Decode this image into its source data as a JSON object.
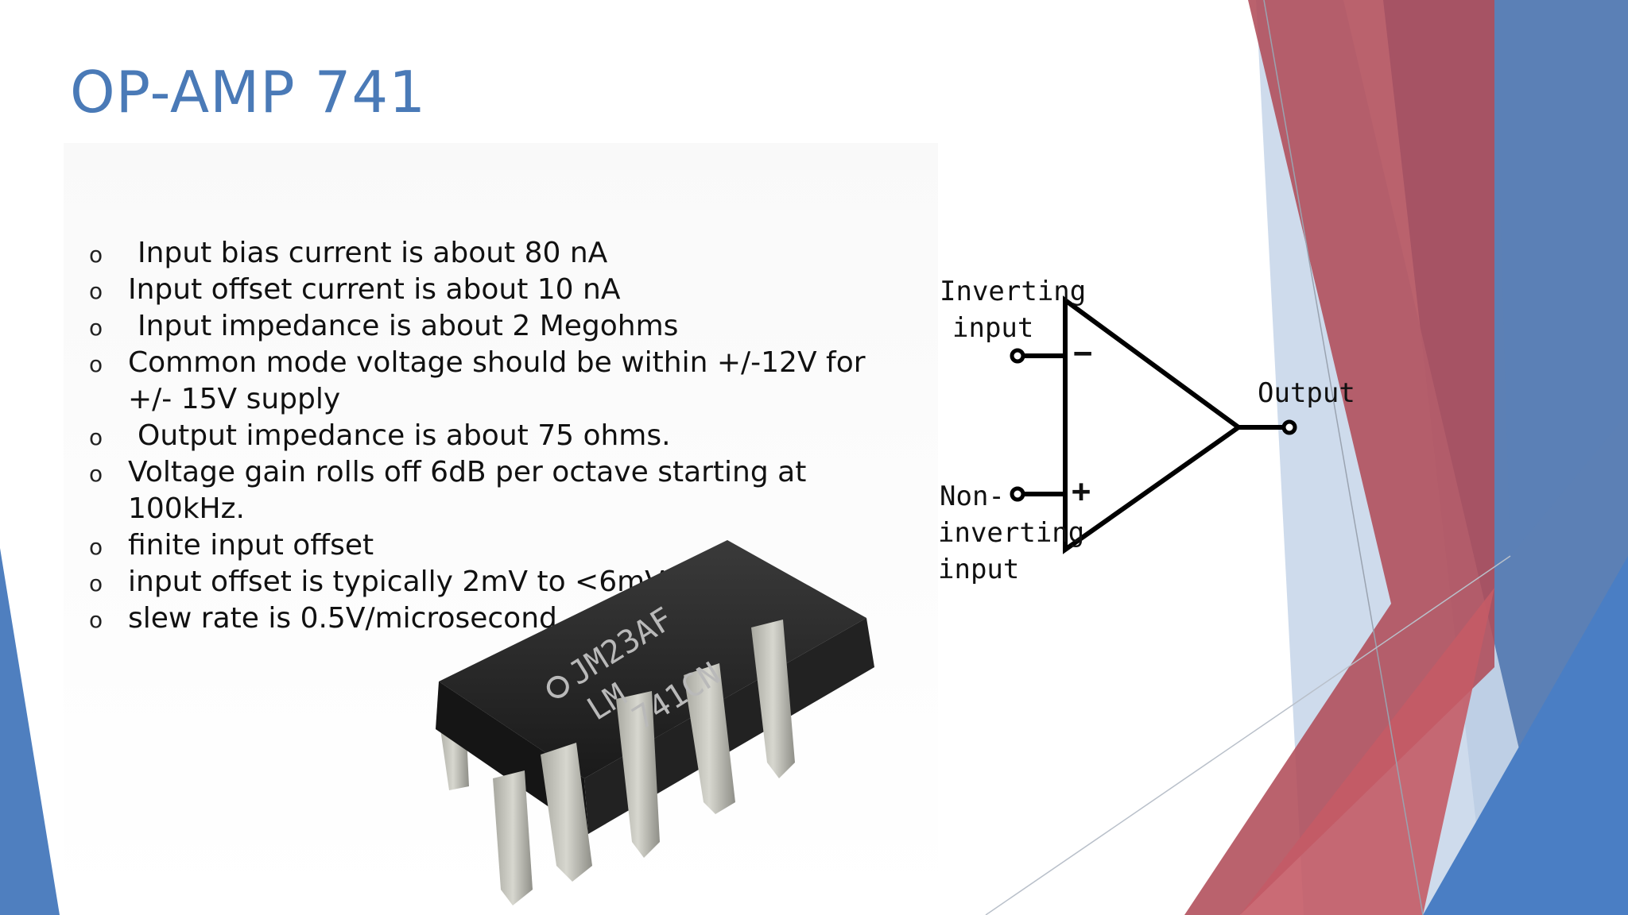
{
  "slide": {
    "title": "OP-AMP 741",
    "bullets": [
      {
        "marker": "o",
        "text": "Input bias current is about 80 nA",
        "indent": true
      },
      {
        "marker": "o",
        "text": "Input offset current is about 10 nA",
        "indent": false
      },
      {
        "marker": "o",
        "text": "Input impedance is about 2 Megohms",
        "indent": true
      },
      {
        "marker": "o",
        "text": "Common mode voltage should be within +/-12V for +/- 15V supply",
        "indent": false
      },
      {
        "marker": "o",
        "text": "Output impedance is about 75 ohms.",
        "indent": true
      },
      {
        "marker": "o",
        "text": "Voltage gain rolls off 6dB per octave starting at 100kHz.",
        "indent": false
      },
      {
        "marker": "o",
        "text": "finite input offset",
        "indent": false
      },
      {
        "marker": "o",
        "text": "input offset is typically 2mV to <6mV.",
        "indent": false
      },
      {
        "marker": "o",
        "text": "slew rate is 0.5V/microsecond.",
        "indent": false
      }
    ]
  },
  "chip": {
    "marking_line1": "JM23AF",
    "marking_line2": "LM",
    "marking_line3": "741CN"
  },
  "diagram": {
    "inverting_label_1": "Inverting",
    "inverting_label_2": "input",
    "minus_sign": "−",
    "plus_sign": "+",
    "output_label": "Output",
    "noninverting_label_1": "Non-",
    "noninverting_label_2": "inverting",
    "noninverting_label_3": "input"
  },
  "colors": {
    "title": "#4a7ab7",
    "blue": "#4f7fbf",
    "red": "#b34a55",
    "light_blue": "#c8d6ea"
  }
}
